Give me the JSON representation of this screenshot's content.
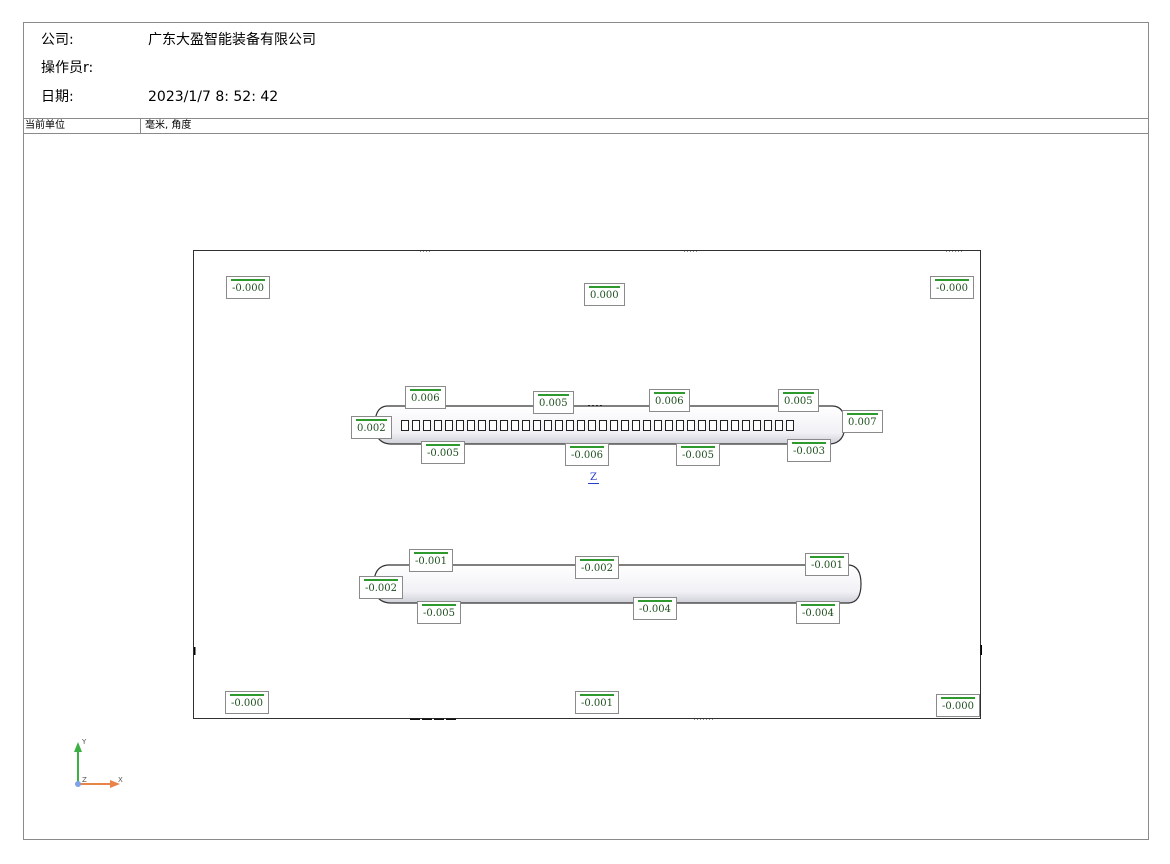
{
  "header": {
    "company_label": "公司:",
    "company_value": "广东大盈智能装备有限公司",
    "operator_label": "操作员r:",
    "operator_value": "",
    "date_label": "日期:",
    "date_value": "2023/1/7  8: 52: 42"
  },
  "units": {
    "label": "当前单位",
    "value": "毫米, 角度"
  },
  "deviations": [
    "-0.000",
    "0.000",
    "-0.000",
    "0.006",
    "0.005",
    "0.006",
    "0.005",
    "0.002",
    "0.007",
    "-0.005",
    "-0.006",
    "-0.005",
    "-0.003",
    "-0.001",
    "-0.002",
    "-0.001",
    "-0.002",
    "-0.005",
    "-0.004",
    "-0.004",
    "-0.000",
    "-0.001",
    "-0.000"
  ],
  "view": {
    "z_label": "Z",
    "axis_y": "Y",
    "axis_x": "X",
    "axis_z": "Z",
    "slot_count": 36
  },
  "colors": {
    "deviation_bar": "#2e9a2e",
    "deviation_text": "#1f4f1f",
    "z_label": "#2a3fc8",
    "axis_y": "#3cb043",
    "axis_x": "#e8834a"
  }
}
